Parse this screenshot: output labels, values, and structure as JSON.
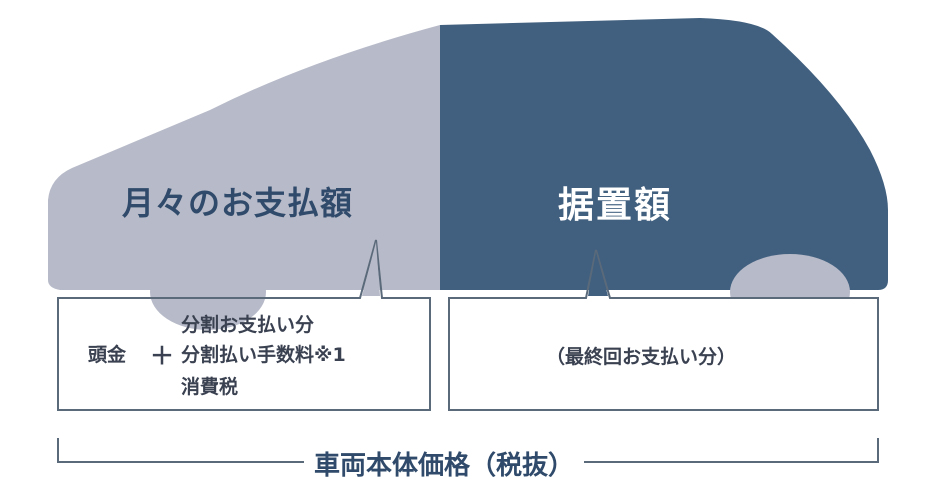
{
  "labels": {
    "monthly_payment": "月々のお支払額",
    "residual": "据置額"
  },
  "left_box": {
    "down_payment": "頭金",
    "plus": "＋",
    "items": [
      "分割お支払い分",
      "分割払い手数料※1",
      "消費税"
    ]
  },
  "right_box": {
    "text": "（最終回お支払い分）"
  },
  "bracket": {
    "text": "車両本体価格（税抜）"
  },
  "colors": {
    "light_car": "#b7bac8",
    "dark_car": "#41607f",
    "box_border": "#5b6a7a",
    "text_dark": "#2f4a6a"
  }
}
